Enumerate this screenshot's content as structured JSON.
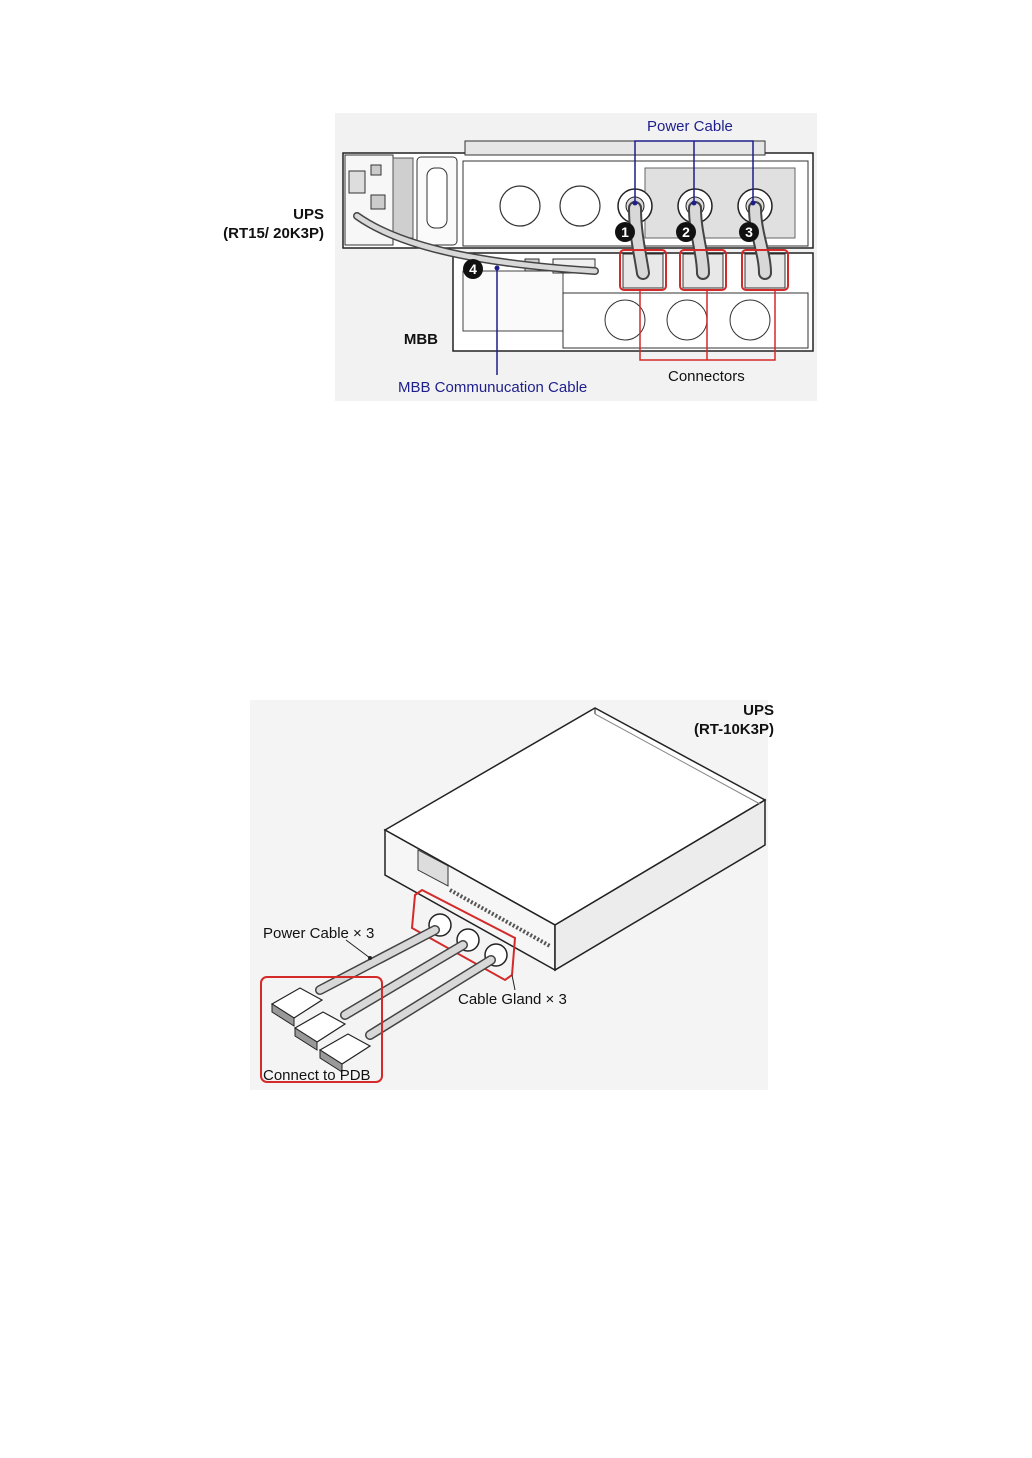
{
  "figure1": {
    "ups_label_line1": "UPS",
    "ups_label_line2": "(RT15/ 20K3P)",
    "mbb_label": "MBB",
    "power_cable_label": "Power Cable",
    "connectors_label": "Connectors",
    "mbb_cable_label": "MBB Communucation Cable",
    "markers": [
      "1",
      "2",
      "3",
      "4"
    ],
    "colors": {
      "callout_blue": "#1e1e8c",
      "highlight_red": "#d42a2a"
    }
  },
  "figure2": {
    "ups_label_line1": "UPS",
    "ups_label_line2": "(RT-10K3P)",
    "power_cable_label": "Power Cable × 3",
    "cable_gland_label": "Cable Gland × 3",
    "connect_pdb_label": "Connect to PDB",
    "colors": {
      "highlight_red": "#d42a2a"
    }
  }
}
